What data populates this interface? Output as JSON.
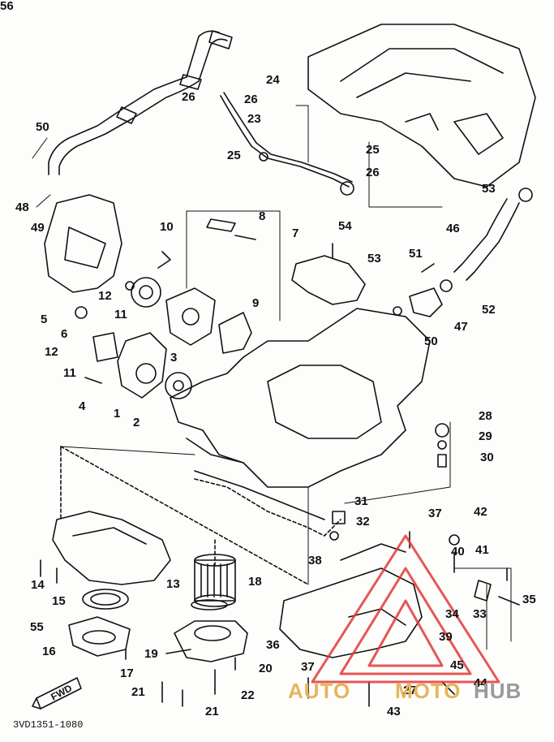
{
  "diagram": {
    "code": "3VD1351-1080",
    "fwd_label": "FWD",
    "watermark": {
      "auto": "AUTO",
      "moto": "MOTO",
      "hub": "HUB"
    },
    "callouts": [
      "1",
      "2",
      "3",
      "4",
      "5",
      "6",
      "7",
      "8",
      "9",
      "10",
      "11",
      "11",
      "12",
      "12",
      "13",
      "14",
      "15",
      "16",
      "17",
      "18",
      "19",
      "20",
      "21",
      "21",
      "22",
      "23",
      "24",
      "25",
      "25",
      "26",
      "26",
      "26",
      "27",
      "28",
      "29",
      "30",
      "31",
      "32",
      "33",
      "34",
      "35",
      "36",
      "37",
      "37",
      "38",
      "39",
      "40",
      "41",
      "42",
      "43",
      "44",
      "45",
      "46",
      "47",
      "48",
      "49",
      "50",
      "50",
      "51",
      "52",
      "53",
      "53",
      "54",
      "55",
      "56"
    ]
  },
  "colors": {
    "ink": "#111111",
    "watermark_red": "#e23a3a",
    "watermark_gold": "#e8b45a",
    "watermark_gray": "#9a9a9a"
  }
}
